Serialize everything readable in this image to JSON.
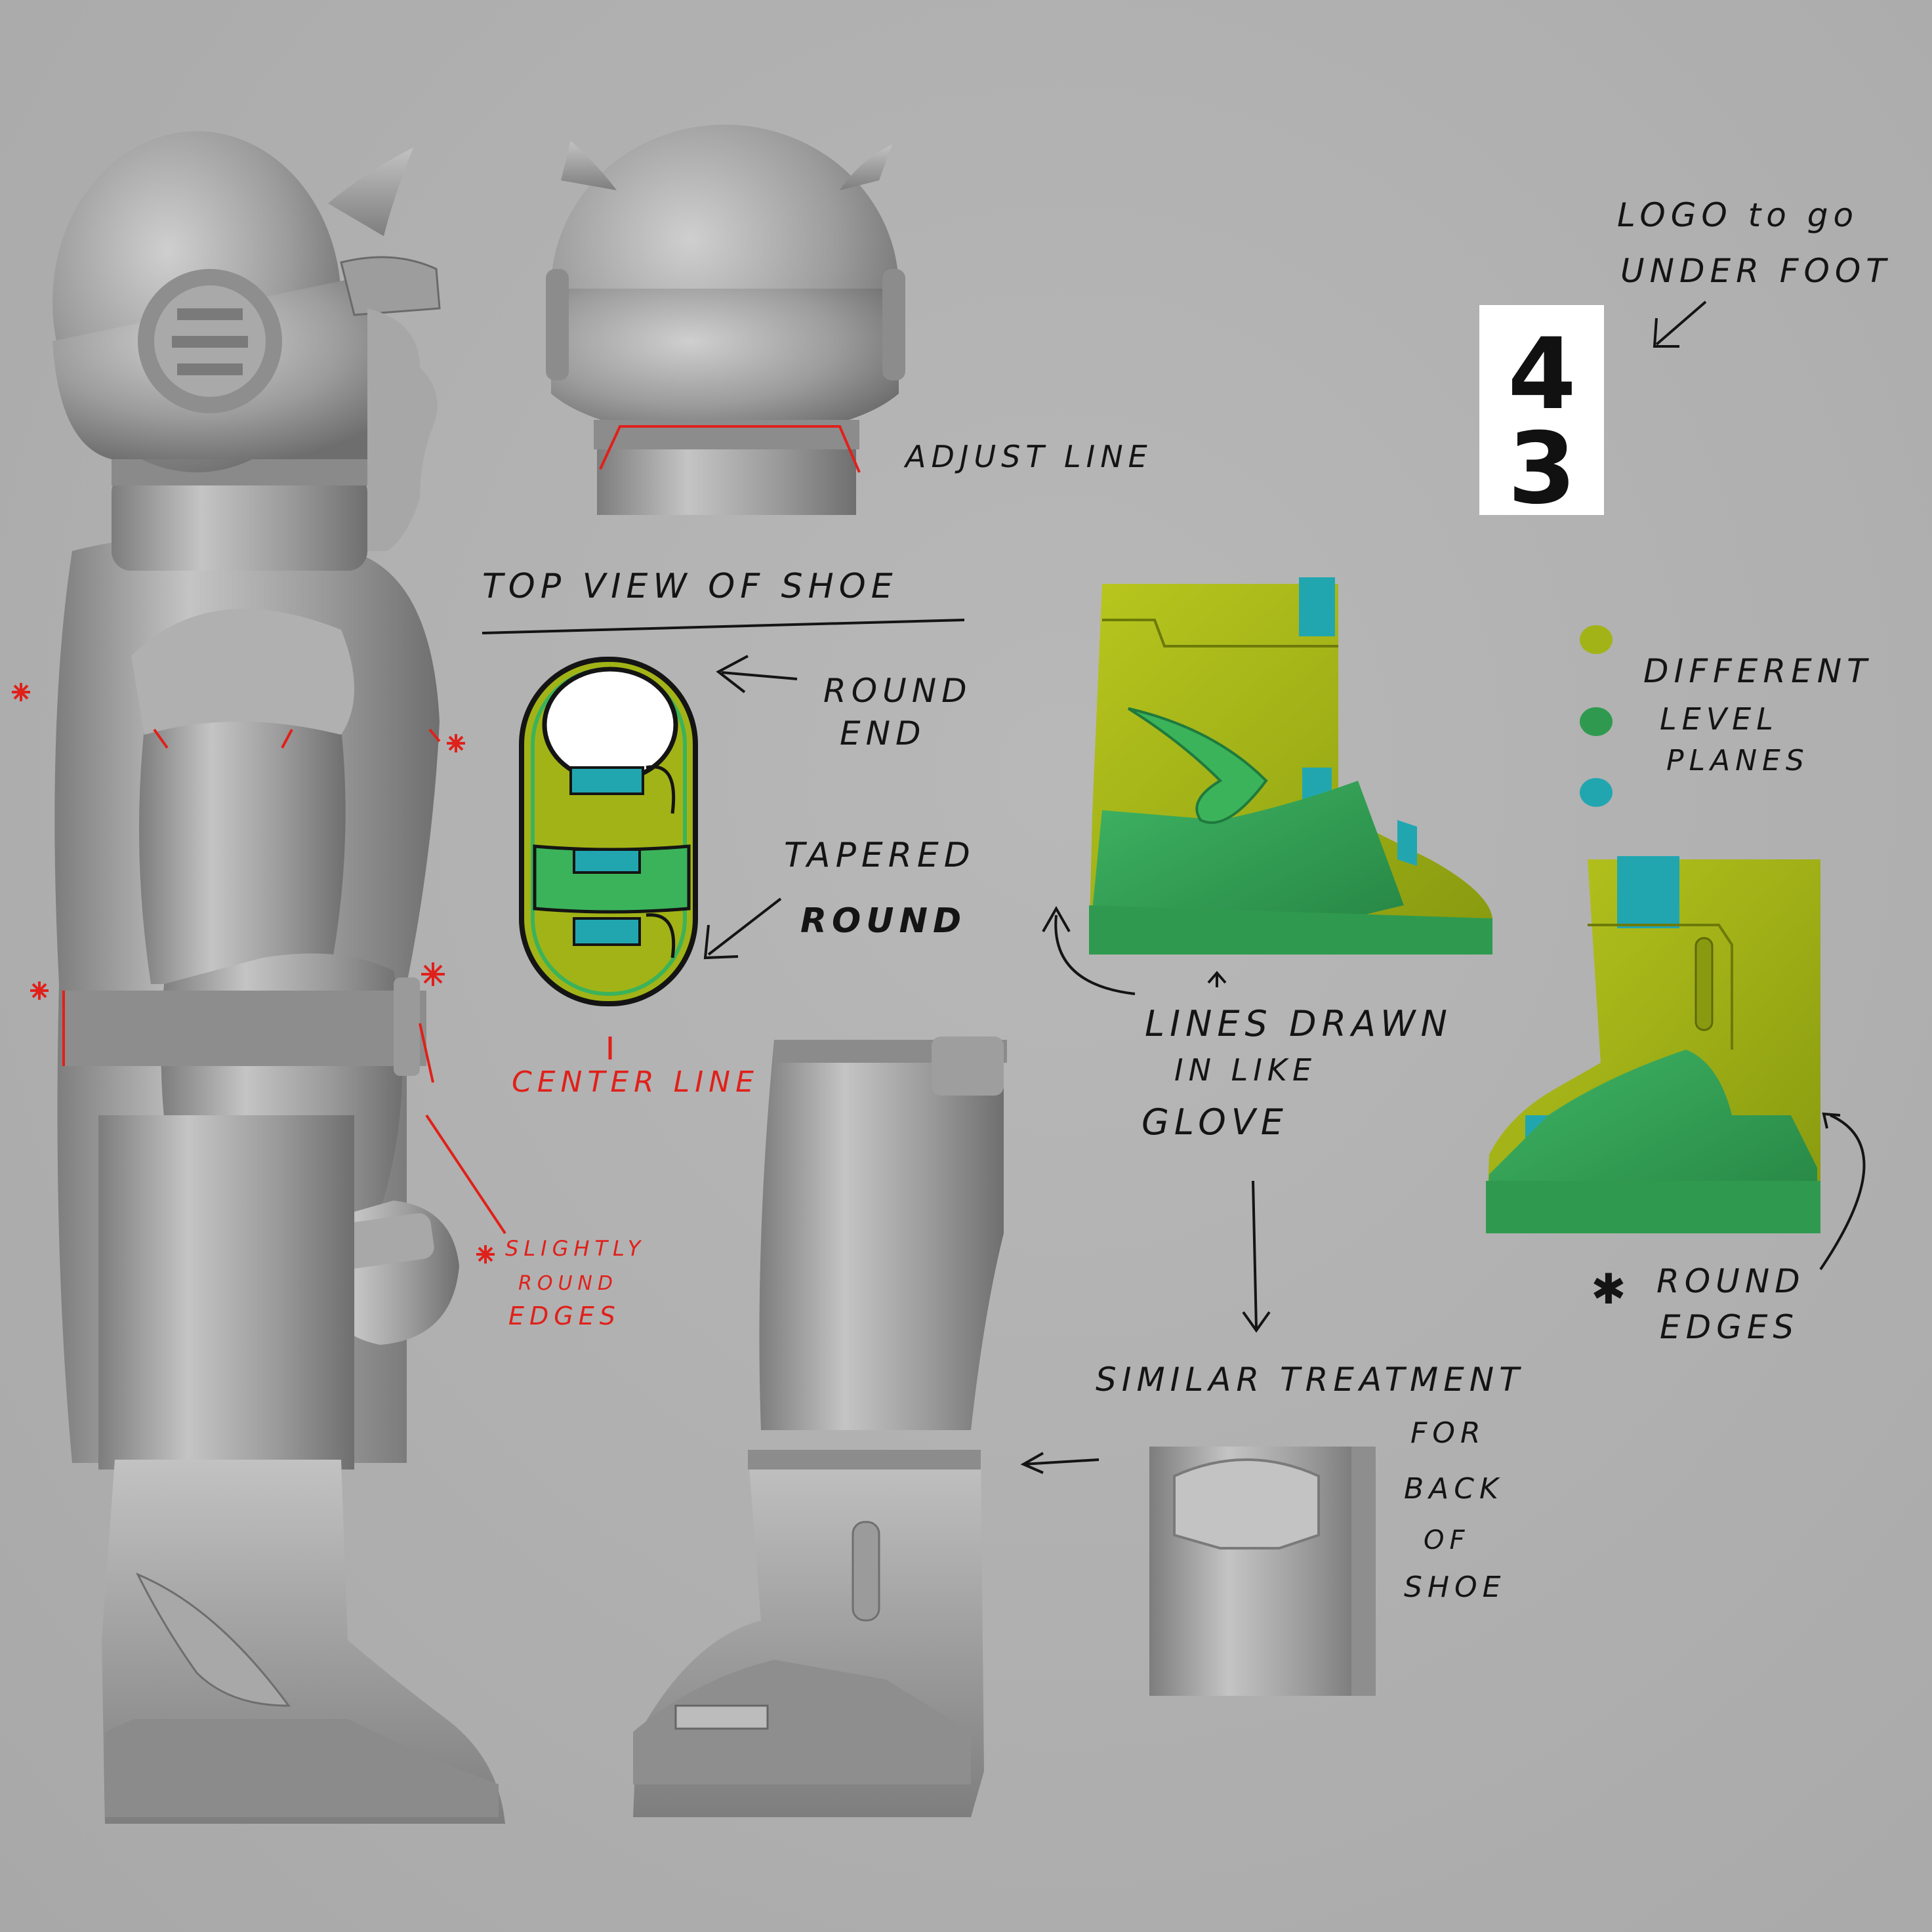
{
  "annotations": {
    "logo_note_line1": "LOGO to go",
    "logo_note_line2": "UNDER FOOT",
    "adjust_line": "ADJUST LINE",
    "top_view_title": "TOP VIEW OF SHOE",
    "round_end_line1": "ROUND",
    "round_end_line2": "END",
    "tapered_line1": "TAPERED",
    "tapered_line2": "ROUND",
    "center_line": "CENTER LINE",
    "slightly_line1": "SLIGHTLY",
    "slightly_line2": "ROUND",
    "slightly_line3": "EDGES",
    "different_line1": "DIFFERENT",
    "different_line2": "LEVEL",
    "different_line3": "PLANES",
    "lines_drawn_line1": "LINES DRAWN",
    "lines_drawn_line2": "IN LIKE",
    "lines_drawn_line3": "GLOVE",
    "round_edges_line1": "ROUND",
    "round_edges_line2": "EDGES",
    "similar_line1": "SIMILAR TREATMENT",
    "similar_line2": "FOR",
    "similar_line3": "BACK",
    "similar_line4": "OF",
    "similar_line5": "SHOE"
  },
  "logo": {
    "text": "43"
  },
  "colors": {
    "background": "#b1b1b1",
    "clay": "#8f8f8f",
    "clay_light": "#bdbdbd",
    "level_yellow": "#a2b317",
    "level_green": "#2f9a4f",
    "level_teal": "#21a6b0",
    "red_marks": "#e0201a",
    "ink": "#141414"
  }
}
